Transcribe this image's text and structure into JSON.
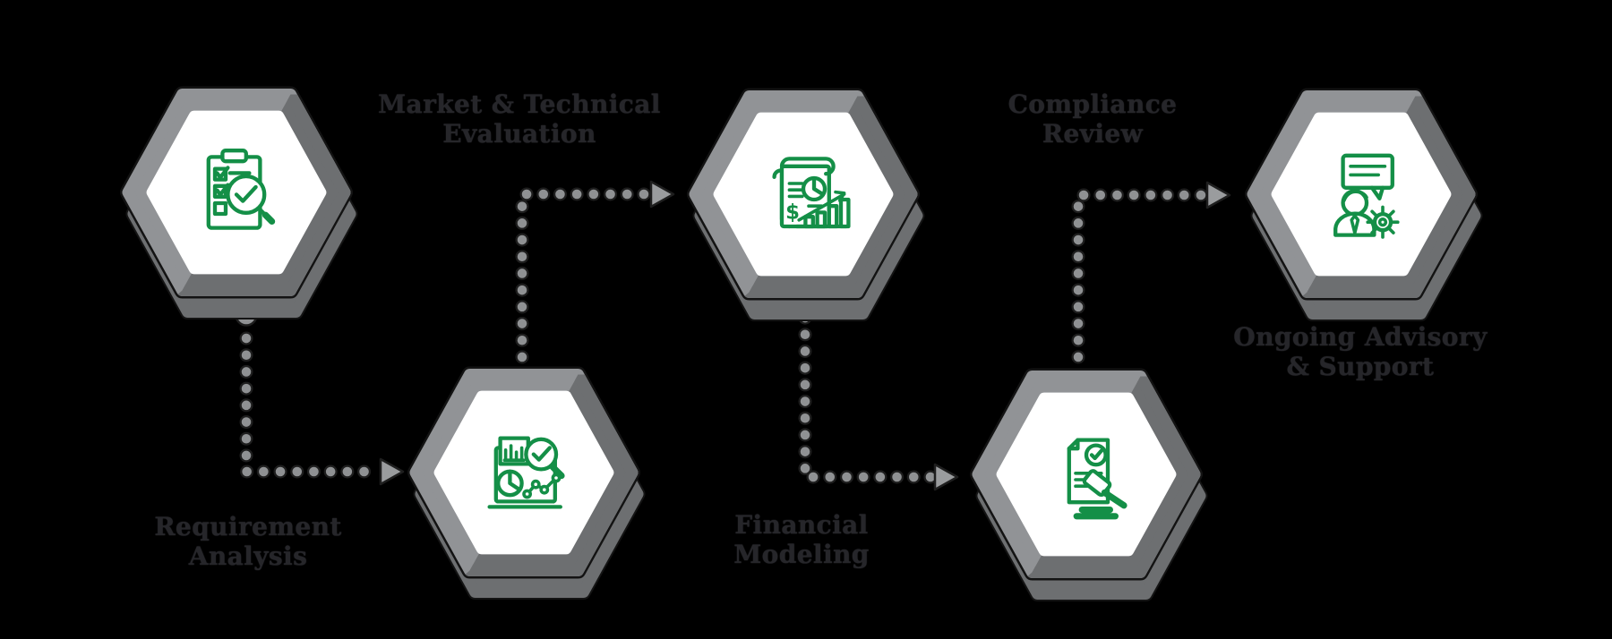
{
  "diagram": {
    "type": "process-flow",
    "shape": "hexagon-nodes-with-dotted-arrows",
    "background_color": "#000000",
    "colors": {
      "hex_ring": "#919396",
      "hex_ring_shadow": "#6d6f71",
      "hex_inner": "#ffffff",
      "icon_green": "#148f47",
      "label_text": "#26262a",
      "connector_gray": "#8f9193"
    }
  },
  "steps": [
    {
      "order": 1,
      "label": "Requirement\nAnalysis",
      "icon": "checklist-magnifier-icon"
    },
    {
      "order": 2,
      "label": "Market & Technical\nEvaluation",
      "icon": "market-analysis-chart-icon"
    },
    {
      "order": 3,
      "label": "Financial\nModeling",
      "icon": "financial-modeling-document-icon"
    },
    {
      "order": 4,
      "label": "Compliance\nReview",
      "icon": "compliance-gavel-icon"
    },
    {
      "order": 5,
      "label": "Ongoing Advisory\n& Support",
      "icon": "advisory-support-icon"
    }
  ],
  "connectors": [
    {
      "from": 1,
      "to": 2,
      "style": "dotted-elbow-arrow"
    },
    {
      "from": 2,
      "to": 3,
      "style": "dotted-elbow-arrow"
    },
    {
      "from": 3,
      "to": 4,
      "style": "dotted-elbow-arrow"
    },
    {
      "from": 4,
      "to": 5,
      "style": "dotted-elbow-arrow"
    }
  ]
}
